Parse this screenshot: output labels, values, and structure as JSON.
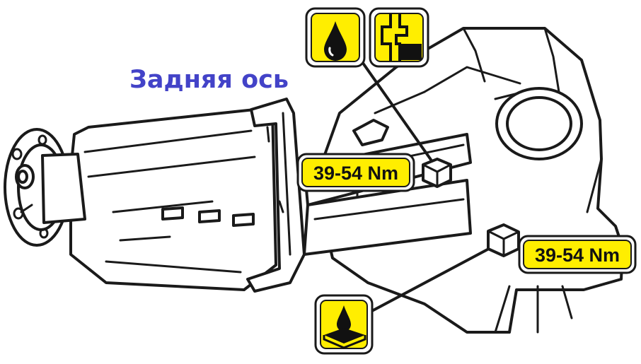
{
  "title": "Задняя ось",
  "torque_labels": {
    "upper": "39-54 Nm",
    "lower": "39-54 Nm"
  },
  "icons": {
    "oil_fill": "oil-drop-icon",
    "fill_level": "fill-level-icon",
    "oil_drain": "oil-drain-icon"
  },
  "colors": {
    "title": "#4343c8",
    "badge_fill": "#ffee00",
    "outline": "#1a1a1a"
  }
}
